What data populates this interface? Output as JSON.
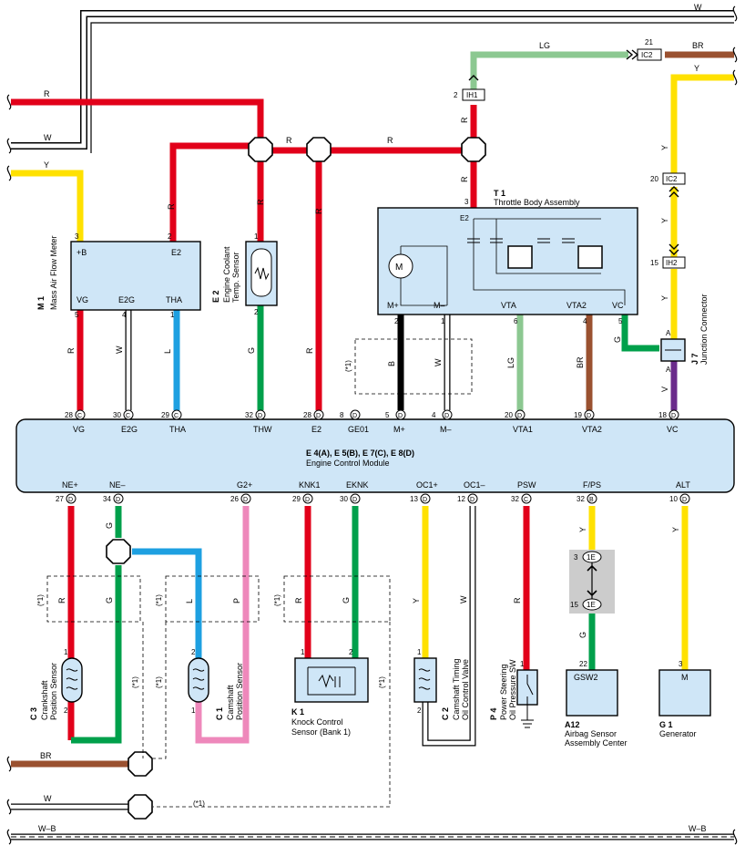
{
  "wire_codes": {
    "W": "W",
    "R": "R",
    "Y": "Y",
    "LG": "LG",
    "BR": "BR",
    "B": "B",
    "G": "G",
    "L": "L",
    "P": "P",
    "V": "V",
    "WB": "W–B"
  },
  "colors": {
    "red": "#e2001a",
    "white": "#ffffff",
    "yellow": "#ffe100",
    "light_green": "#8cc891",
    "brown": "#9a5130",
    "black": "#000000",
    "green": "#00a04b",
    "blue": "#1ea0e1",
    "pink": "#ee88bb",
    "violet": "#6a2b8b",
    "module_fill": "#cfe6f7",
    "connector_fill": "#cccccc"
  },
  "connectors": {
    "ih1": "IH1",
    "ih2": "IH2",
    "ic2": "IC2",
    "ic2b": "IC2",
    "ie1": "1E",
    "ie2": "1E"
  },
  "connector_pins": {
    "ih1": "2",
    "ih2": "15",
    "ic2": "21",
    "ic2b": "20",
    "ie1": "3",
    "ie2": "15"
  },
  "maf": {
    "code": "M 1",
    "name": "Mass Air Flow Meter",
    "pins_top": [
      "+B",
      "E2"
    ],
    "pins_bottom": [
      "VG",
      "E2G",
      "THA"
    ],
    "pin_nums": [
      "3",
      "2",
      "5",
      "4",
      "1"
    ]
  },
  "ect": {
    "code": "E 2",
    "name1": "Engine Coolant",
    "name2": "Temp. Sensor",
    "pin_top": "1",
    "pin_bot": "2"
  },
  "throttle": {
    "code": "T 1",
    "name": "Throttle Body Assembly",
    "pin_top": "3",
    "e2": "E2",
    "pins": [
      "M+",
      "M–",
      "VTA",
      "VTA2",
      "VC"
    ],
    "pin_nums": [
      "2",
      "1",
      "6",
      "4",
      "5"
    ]
  },
  "junction": {
    "code": "J 7",
    "name": "Junction Connector",
    "a_top": "A",
    "a_bot": "A"
  },
  "ecm": {
    "name1": "E 4(A), E 5(B), E 7(C), E 8(D)",
    "name2": "Engine Control Module",
    "top_terms": [
      {
        "num": "28",
        "con": "C",
        "label": "VG"
      },
      {
        "num": "30",
        "con": "C",
        "label": "E2G"
      },
      {
        "num": "29",
        "con": "C",
        "label": "THA"
      },
      {
        "num": "32",
        "con": "D",
        "label": "THW"
      },
      {
        "num": "28",
        "con": "D",
        "label": "E2"
      },
      {
        "num": "8",
        "con": "D",
        "label": "GE01"
      },
      {
        "num": "5",
        "con": "D",
        "label": "M+"
      },
      {
        "num": "4",
        "con": "D",
        "label": "M–"
      },
      {
        "num": "20",
        "con": "D",
        "label": "VTA1"
      },
      {
        "num": "19",
        "con": "D",
        "label": "VTA2"
      },
      {
        "num": "18",
        "con": "D",
        "label": "VC"
      }
    ],
    "bot_terms": [
      {
        "num": "27",
        "con": "D",
        "label": "NE+"
      },
      {
        "num": "34",
        "con": "D",
        "label": "NE–"
      },
      {
        "num": "26",
        "con": "D",
        "label": "G2+"
      },
      {
        "num": "29",
        "con": "D",
        "label": "KNK1"
      },
      {
        "num": "30",
        "con": "D",
        "label": "EKNK"
      },
      {
        "num": "13",
        "con": "D",
        "label": "OC1+"
      },
      {
        "num": "12",
        "con": "D",
        "label": "OC1–"
      },
      {
        "num": "32",
        "con": "C",
        "label": "PSW"
      },
      {
        "num": "32",
        "con": "B",
        "label": "F/PS"
      },
      {
        "num": "10",
        "con": "D",
        "label": "ALT"
      }
    ]
  },
  "crank": {
    "code": "C 3",
    "name1": "Crankshaft",
    "name2": "Position Sensor",
    "p1": "1",
    "p2": "2"
  },
  "cam": {
    "code": "C 1",
    "name1": "Camshaft",
    "name2": "Position Sensor",
    "p1": "2",
    "p2": "1"
  },
  "knock": {
    "code": "K 1",
    "name1": "Knock Control",
    "name2": "Sensor (Bank 1)",
    "p1": "1",
    "p2": "2"
  },
  "ocv": {
    "code": "C 2",
    "name1": "Camshaft Timing",
    "name2": "Oil Control Valve",
    "p1": "1",
    "p2": "2"
  },
  "psw": {
    "code": "P 4",
    "name1": "Power Steering",
    "name2": "Oil Pressure SW",
    "p1": "1"
  },
  "airbag": {
    "code": "A12",
    "name1": "Airbag Sensor",
    "name2": "Assembly Center",
    "pin": "22",
    "term": "GSW2"
  },
  "gen": {
    "code": "G 1",
    "name": "Generator",
    "pin": "3",
    "term": "M"
  },
  "note": "(*1)"
}
